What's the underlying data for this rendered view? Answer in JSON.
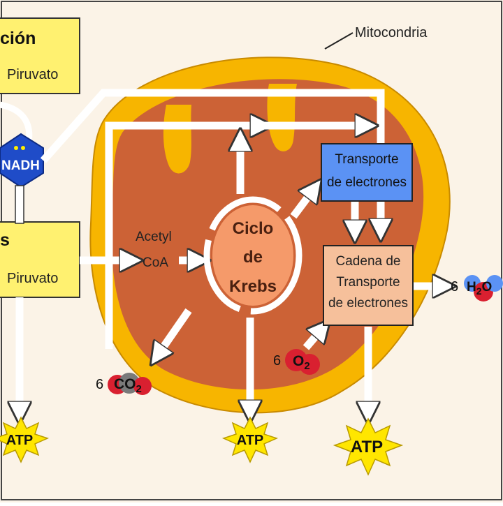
{
  "labels": {
    "mitochondria": "Mitocondria",
    "top_box_title": "ción",
    "top_box_sub": "Piruvato",
    "nadh": "NADH",
    "mid_box_title": "s",
    "mid_box_sub": "Piruvato",
    "acetyl_line1": "Acetyl",
    "acetyl_line2": "CoA",
    "krebs_line1": "Ciclo",
    "krebs_line2": "de",
    "krebs_line3": "Krebs",
    "transport_line1": "Transporte",
    "transport_line2": "de electrones",
    "chain_line1": "Cadena de",
    "chain_line2": "Transporte",
    "chain_line3": "de electrones",
    "co2_coef": "6",
    "co2_formula": "CO",
    "co2_sub": "2",
    "o2_coef": "6",
    "o2_formula": "O",
    "o2_sub": "2",
    "h2o_coef": "6",
    "h2o_h": "H",
    "h2o_sub": "2",
    "h2o_o": "O",
    "atp1": "ATP",
    "atp2": "ATP",
    "atp3": "ATP"
  },
  "colors": {
    "background": "#fbf3e7",
    "cytoplasm_outer": "#f7b500",
    "matrix": "#cc6236",
    "yellow_box": "#fff170",
    "blue_box": "#5b92f4",
    "krebs_fill": "#f59a6a",
    "chain_fill": "#f6c09b",
    "nadh_hex": "#1f4cc8",
    "molecule_red": "#d92030",
    "molecule_grey": "#7a7a7a",
    "atp_star": "#ffe600"
  }
}
